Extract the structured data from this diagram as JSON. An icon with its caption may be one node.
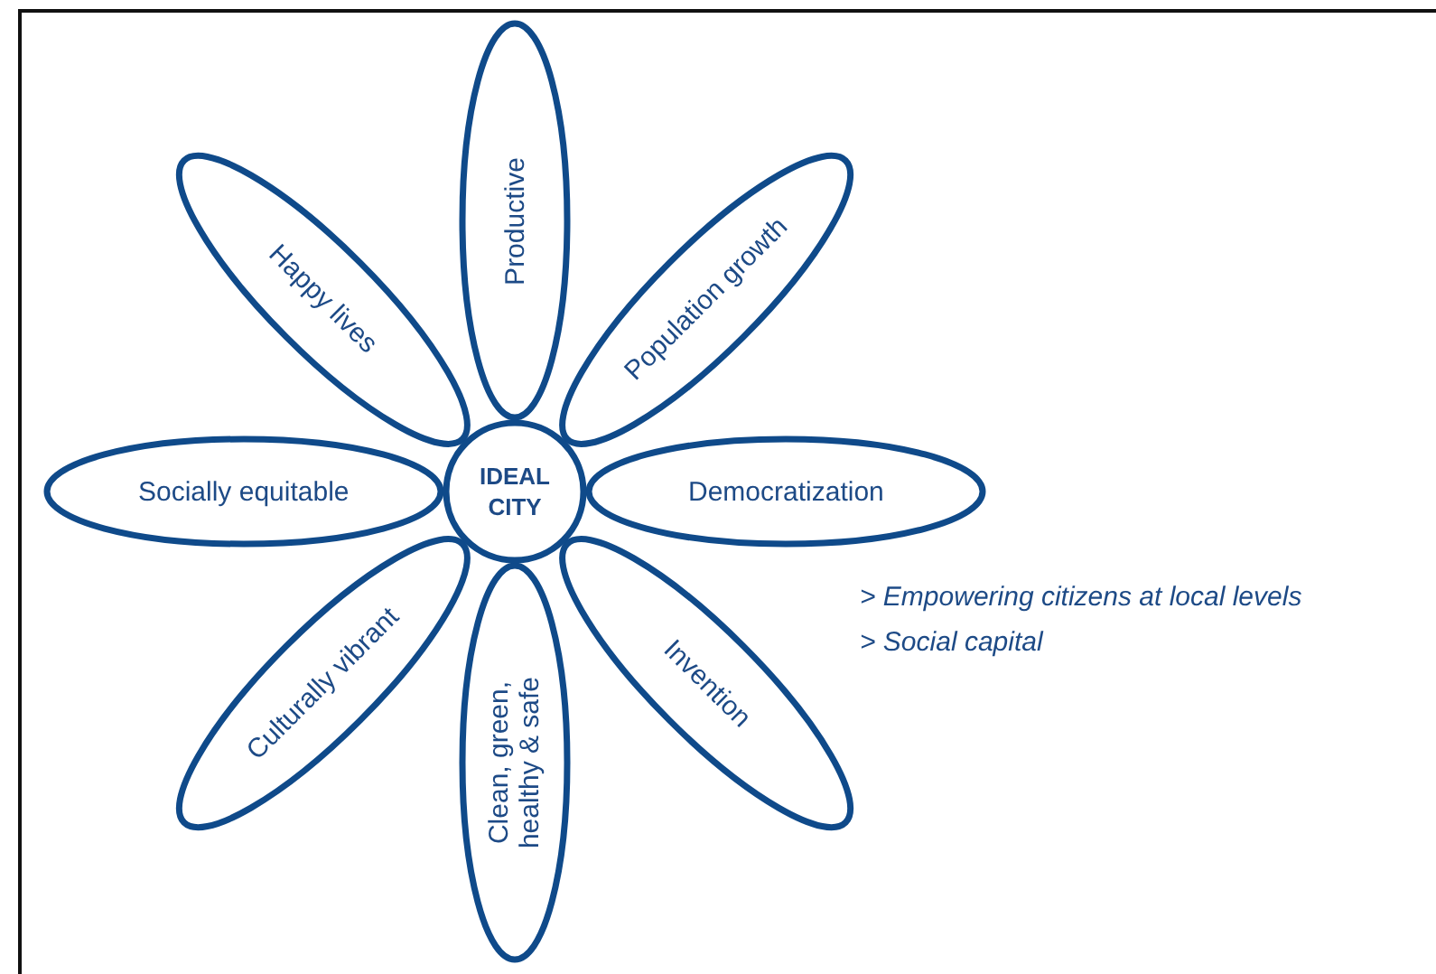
{
  "diagram": {
    "nodes": [
      {
        "text": [
          "Productive"
        ]
      },
      {
        "text": [
          "Happy lives"
        ]
      },
      {
        "text": [
          "Population growth"
        ]
      },
      {
        "text": [
          "Socially equitable"
        ]
      },
      {
        "text": [
          "IDEAL CITY"
        ]
      },
      {
        "text": [
          "Democratization"
        ]
      },
      {
        "text": [
          "Culturally vibrant"
        ]
      },
      {
        "text": [
          "Clean, green, healthy & safe"
        ]
      },
      {
        "text": [
          "Invention"
        ]
      }
    ],
    "edges": [],
    "labels": [
      "> Empowering citizens at local levels",
      "> Social capital"
    ]
  }
}
